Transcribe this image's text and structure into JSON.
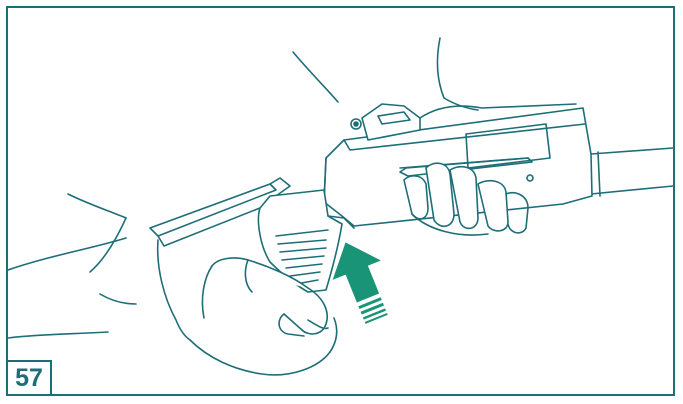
{
  "figure": {
    "step_number": "57",
    "accent_color": "#1e6e78",
    "arrow_color": "#1a9477",
    "icons": [
      "shotgun-illustration",
      "hand-illustration",
      "up-arrow-icon"
    ]
  }
}
